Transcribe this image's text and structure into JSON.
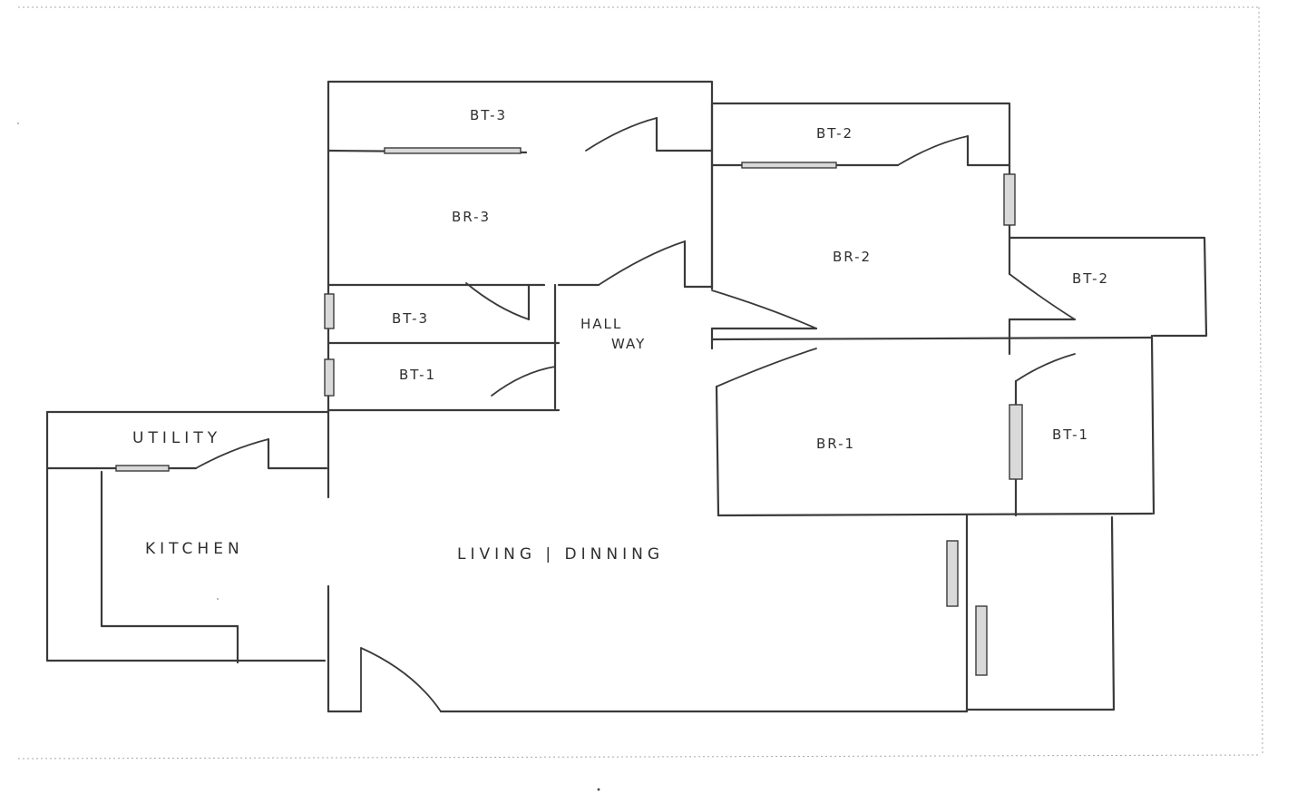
{
  "floorplan": {
    "rooms": {
      "bt3_top": "BT-3",
      "br3": "BR-3",
      "bt3_small": "BT-3",
      "bt1": "BT-1",
      "hallway_line1": "HALL",
      "hallway_line2": "WAY",
      "bt2_top": "BT-2",
      "br2": "BR-2",
      "bt2_side": "BT-2",
      "br1": "BR-1",
      "bt1_side": "BT-1",
      "utility": "UTILITY",
      "kitchen": "KITCHEN",
      "living_dining": "LIVING | DINNING"
    },
    "colors": {
      "line": "#3a3a3a",
      "window_fill": "#d9d9d9",
      "paper": "#ffffff"
    }
  }
}
